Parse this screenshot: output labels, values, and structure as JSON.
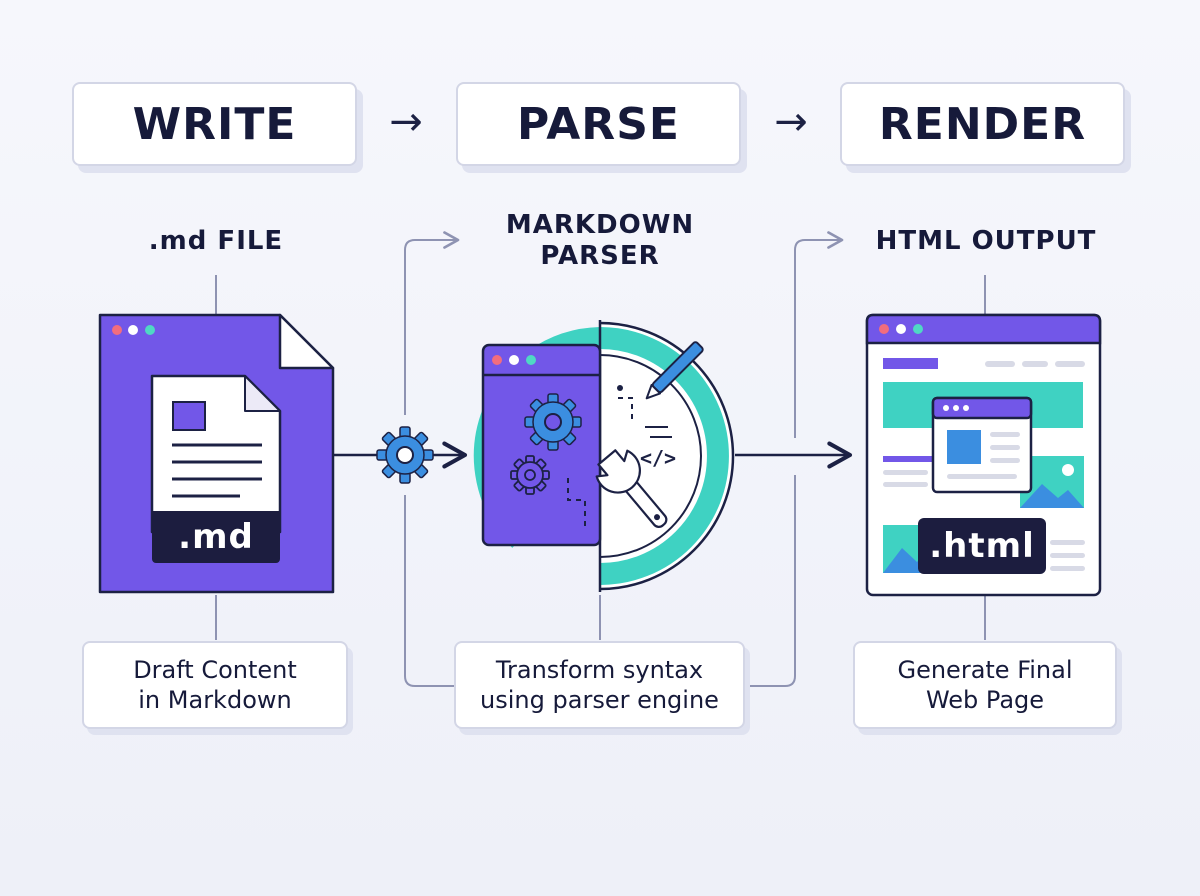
{
  "stages": {
    "write": "WRITE",
    "parse": "PARSE",
    "render": "RENDER",
    "arrow_1": "→",
    "arrow_2": "→"
  },
  "components": {
    "md_file": {
      "title": ".md FILE",
      "badge": ".md"
    },
    "parser": {
      "title_line1": "MARKDOWN",
      "title_line2": "PARSER",
      "code_tag": "</>"
    },
    "html_output": {
      "title": "HTML OUTPUT",
      "badge": ".html"
    }
  },
  "captions": {
    "write": {
      "line1": "Draft Content",
      "line2": "in Markdown"
    },
    "parse": {
      "line1": "Transform syntax",
      "line2": "using parser engine"
    },
    "render": {
      "line1": "Generate Final",
      "line2": "Web Page"
    }
  },
  "colors": {
    "purple": "#7257e8",
    "purple_dark": "#5e43d3",
    "navy": "#1c1d3f",
    "teal": "#3fd2c2",
    "blue": "#3b8ee0",
    "connector": "#8e93b2",
    "dot_red": "#f26d7d",
    "dot_white": "#ffffff",
    "dot_teal": "#4fd8c4"
  },
  "icons": [
    "arrow-right-icon",
    "gear-icon",
    "wrench-icon",
    "pen-icon",
    "code-icon",
    "image-icon",
    "document-icon"
  ]
}
